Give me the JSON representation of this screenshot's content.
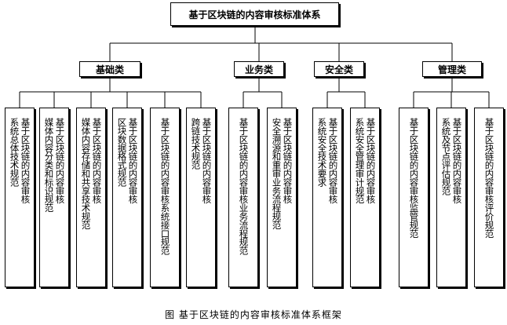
{
  "root": {
    "title": "基于区块链的内容审核标准体系"
  },
  "categories": [
    {
      "label": "基础类",
      "children": [
        [
          "基于区块链的内容审核",
          "系统总体技术规范"
        ],
        [
          "基于区块链的内容审核",
          "媒体内容分类和标识规范"
        ],
        [
          "基于区块链的内容审核",
          "媒体内容存储和共享技术规范"
        ],
        [
          "基于区块链的内容审核",
          "区块数据格式规范"
        ],
        [
          "基于区块链的内容审核系统接口规范"
        ],
        [
          "基于区块链的内容审核",
          "跨链技术规范"
        ]
      ]
    },
    {
      "label": "业务类",
      "children": [
        [
          "基于区块链的内容审核业务流程规范"
        ],
        [
          "基于区块链的内容审核",
          "安全溯源和重审业务流程规范"
        ]
      ]
    },
    {
      "label": "安全类",
      "children": [
        [
          "基于区块链的内容审核",
          "系统安全技术要求"
        ],
        [
          "基于区块链的内容审核",
          "系统安全管理审计规范"
        ]
      ]
    },
    {
      "label": "管理类",
      "children": [
        [
          "基于区块链的内容审核监管规范"
        ],
        [
          "基于区块链的内容审核",
          "系统及节点评估规范"
        ],
        [
          "基于区块链的内容审核评价规范"
        ]
      ]
    }
  ],
  "caption": "图   基于区块链的内容审核标准体系框架"
}
